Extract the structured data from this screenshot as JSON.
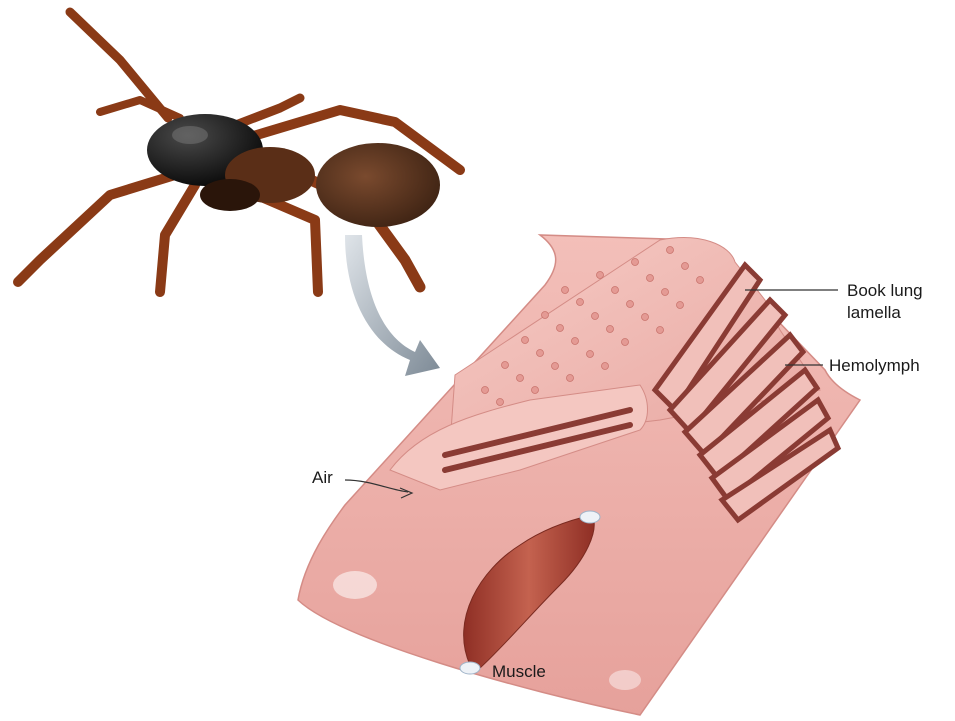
{
  "labels": {
    "book_lung_lamella_line1": "Book lung",
    "book_lung_lamella_line2": "lamella",
    "hemolymph": "Hemolymph",
    "air": "Air",
    "muscle": "Muscle"
  },
  "colors": {
    "background": "#ffffff",
    "tissue": "#efb3ae",
    "tissue_light": "#f7cfc9",
    "tissue_dark": "#d98f8a",
    "lamella_gap": "#8a3b34",
    "muscle": "#b2473a",
    "spider_body": "#3a1e12",
    "spider_leg": "#8a3a16",
    "arrow": "#8d9aa6"
  }
}
